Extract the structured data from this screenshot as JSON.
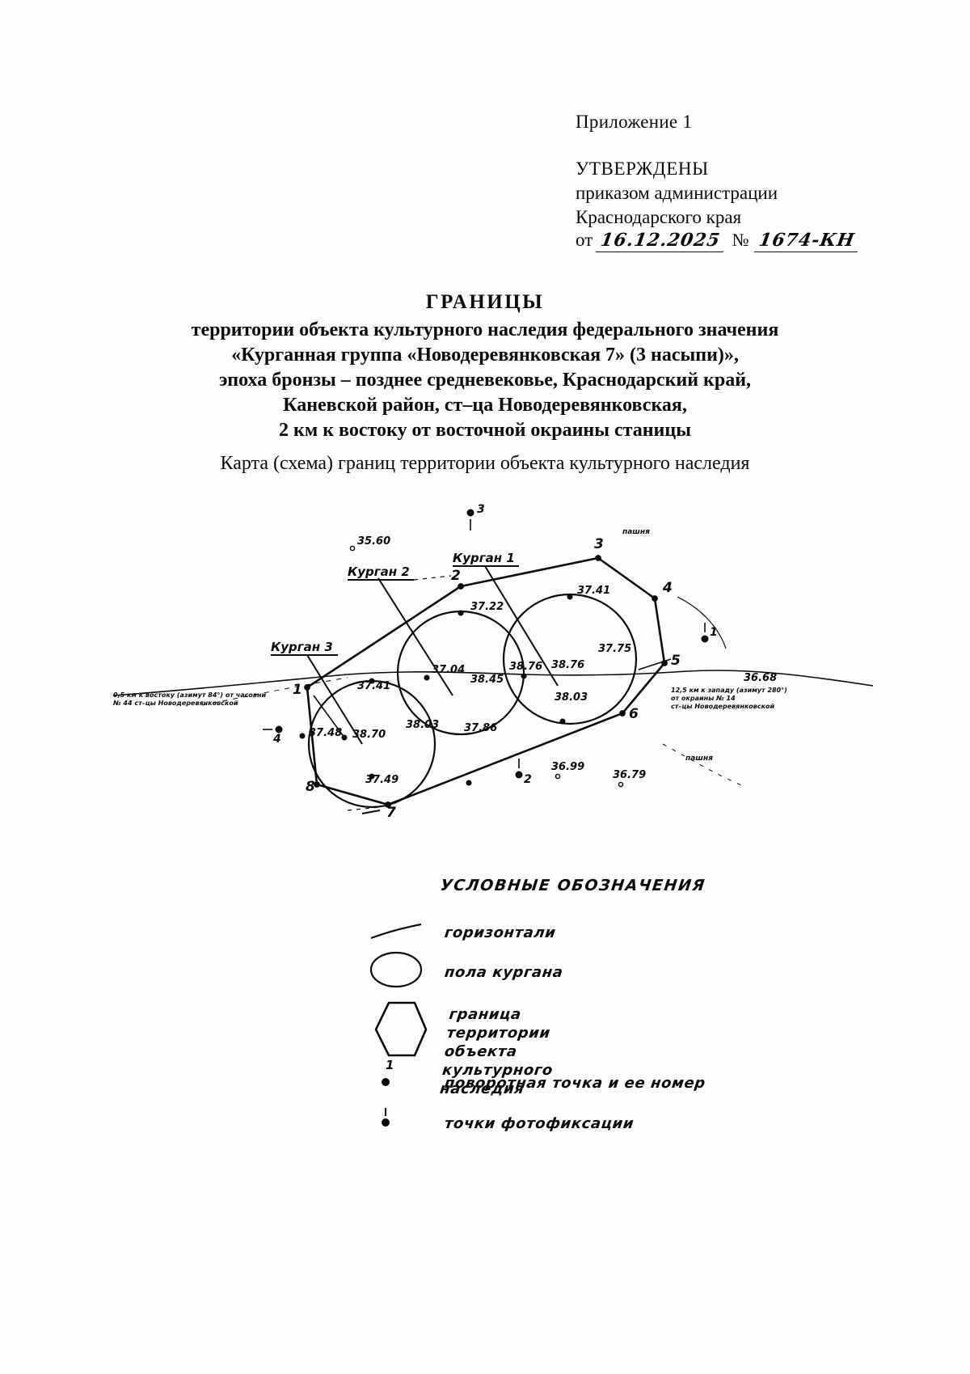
{
  "header": {
    "appendix": "Приложение 1",
    "approved": "УТВЕРЖДЕНЫ",
    "approved_by_line1": "приказом администрации",
    "approved_by_line2": "Краснодарского края",
    "date_prefix": "от",
    "date_value": "16.12.2025",
    "number_symbol": "№",
    "number_value": "1674-КН"
  },
  "title": {
    "heading": "ГРАНИЦЫ",
    "line1": "территории объекта культурного наследия федерального значения",
    "line2": "«Курганная группа «Новодеревянковская 7» (3 насыпи)»,",
    "line3": "эпоха бронзы – позднее средневековье, Краснодарский край,",
    "line4": "Каневской район, ст–ца Новодеревянковская,",
    "line5": "2 км к востоку от восточной окраины станицы",
    "map_caption": "Карта (схема) границ территории объекта культурного наследия"
  },
  "map": {
    "mound_labels": [
      "Курган 1",
      "Курган 2",
      "Курган 3"
    ],
    "turning_points": [
      "1",
      "2",
      "3",
      "4",
      "5",
      "6",
      "7",
      "8"
    ],
    "photo_points": [
      "1",
      "2",
      "3",
      "4"
    ],
    "elevations": [
      "35.60",
      "37.22",
      "37.41",
      "37.75",
      "37.04",
      "38.45",
      "38.76",
      "38.76",
      "38.03",
      "37.41",
      "37.48",
      "38.70",
      "38.03",
      "37.86",
      "37.49",
      "36.99",
      "36.79"
    ],
    "annotation_left_line1": "0,5 км к востоку (азимут 84°) от часовни",
    "annotation_left_line2": "№ 44 ст–цы Новодеревянковской",
    "annotation_right_line1": "12,5 км к западу (азимут 280°)",
    "annotation_right_line2": "от окраины № 14",
    "annotation_right_line3": "ст–цы Новодеревянковской",
    "annotation_right_elev": "36.68",
    "field_label": "пашня"
  },
  "legend": {
    "title": "УСЛОВНЫЕ ОБОЗНАЧЕНИЯ",
    "items": [
      {
        "symbol": "contour-line",
        "label": "горизонтали"
      },
      {
        "symbol": "mound-base-ellipse",
        "label": "пола кургана"
      },
      {
        "symbol": "territory-boundary-hexagon",
        "label": "граница территории\nобъекта культурного\nнаследия"
      },
      {
        "symbol": "turning-point-dot",
        "label": "поворотная точка и ее номер",
        "number": "1"
      },
      {
        "symbol": "photo-point-marker",
        "label": "точки фотофиксации"
      }
    ]
  }
}
